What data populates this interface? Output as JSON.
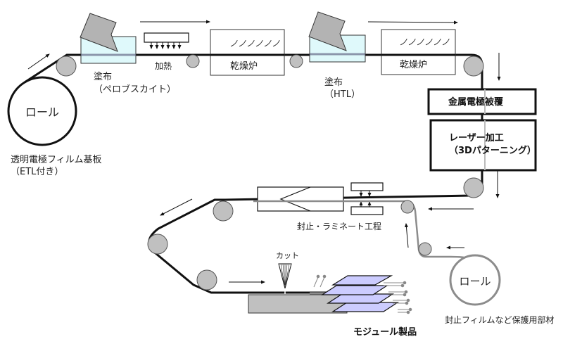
{
  "labels": {
    "roll_left": "ロール",
    "substrate_line1": "透明電極フィルム基板",
    "substrate_line2": "（ETL付き）",
    "coat1_line1": "塗布",
    "coat1_line2": "（ペロブスカイト）",
    "heat": "加熱",
    "dryer1": "乾燥炉",
    "coat2_line1": "塗布",
    "coat2_line2": "（HTL）",
    "dryer2": "乾燥炉",
    "metal_electrode": "金属電極被覆",
    "laser_line1": "レーザー加工",
    "laser_line2": "（3Dパターニング）",
    "seal_laminate": "封止・ラミネート工程",
    "cut": "カット",
    "module": "モジュール製品",
    "roll_right": "ロール",
    "protect_material": "封止フィルムなど保護用部材",
    "heat_wave": "ノノノノノノ"
  },
  "colors": {
    "coating_bath": "#dff9fb",
    "coater_head": "#b3b3b3",
    "roller": "#c0c0c0",
    "module_panel": "#ccccff",
    "film_gray": "#8c8c8c",
    "stage": "#c0c0c0"
  }
}
